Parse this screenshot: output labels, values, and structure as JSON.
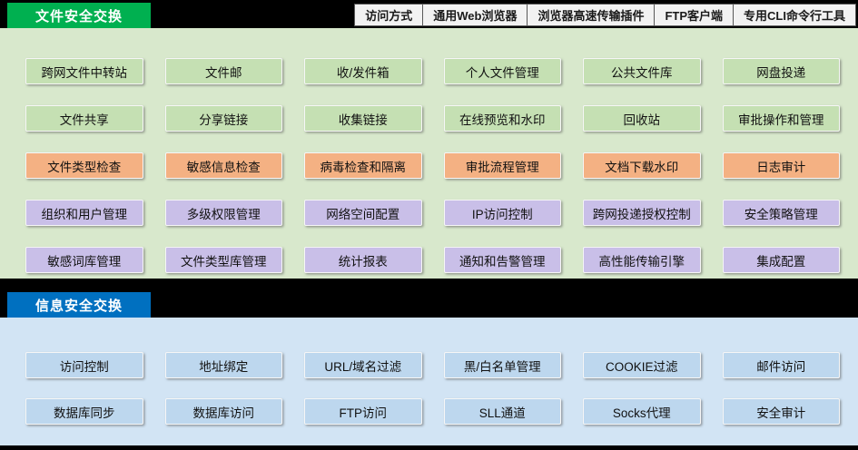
{
  "access_bar": {
    "tabs": [
      "访问方式",
      "通用Web浏览器",
      "浏览器高速传输插件",
      "FTP客户端",
      "专用CLI命令行工具"
    ]
  },
  "file_exchange": {
    "title": "文件安全交换",
    "rows": [
      {
        "group": "file-features",
        "items": [
          "跨网文件中转站",
          "文件邮",
          "收/发件箱",
          "个人文件管理",
          "公共文件库",
          "网盘投递"
        ]
      },
      {
        "group": "file-features",
        "items": [
          "文件共享",
          "分享链接",
          "收集链接",
          "在线预览和水印",
          "回收站",
          "审批操作和管理"
        ]
      },
      {
        "group": "security-checks",
        "items": [
          "文件类型检查",
          "敏感信息检查",
          "病毒检查和隔离",
          "审批流程管理",
          "文档下载水印",
          "日志审计"
        ]
      },
      {
        "group": "administration",
        "items": [
          "组织和用户管理",
          "多级权限管理",
          "网络空间配置",
          "IP访问控制",
          "跨网投递授权控制",
          "安全策略管理"
        ]
      },
      {
        "group": "administration",
        "items": [
          "敏感词库管理",
          "文件类型库管理",
          "统计报表",
          "通知和告警管理",
          "高性能传输引擎",
          "集成配置"
        ]
      }
    ]
  },
  "info_exchange": {
    "title": "信息安全交换",
    "rows": [
      {
        "items": [
          "访问控制",
          "地址绑定",
          "URL/域名过滤",
          "黑/白名单管理",
          "COOKIE过滤",
          "邮件访问"
        ]
      },
      {
        "items": [
          "数据库同步",
          "数据库访问",
          "FTP访问",
          "SLL通道",
          "Socks代理",
          "安全审计"
        ]
      }
    ]
  },
  "colors": {
    "background": "#000000",
    "file_section_accent": "#00b050",
    "file_panel": "#d8e8cc",
    "feature_green": "#c5e0b3",
    "security_orange": "#f4b183",
    "admin_purple": "#c9bfe8",
    "info_section_accent": "#0070c0",
    "info_panel": "#d2e4f4",
    "info_blue": "#bdd7ee",
    "access_tab_bg": "#f2f2f2"
  }
}
